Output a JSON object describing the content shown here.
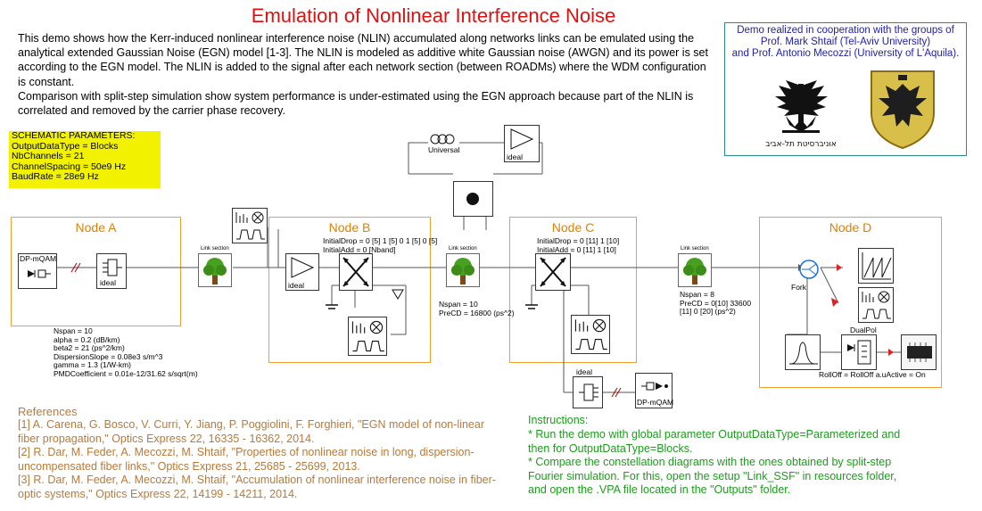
{
  "title": "Emulation of Nonlinear Interference Noise",
  "description": [
    "This demo shows how the Kerr-induced nonlinear interference noise (NLIN) accumulated along networks links can be emulated using the analytical extended Gaussian Noise (EGN) model [1-3]. The NLIN is modeled as additive white Gaussian noise (AWGN) and its power is set according to the EGN model.  The NLIN is added to the signal after each network section (between ROADMs) where the WDM configuration is constant.",
    "Comparison with split-step simulation show system performance is under-estimated using the EGN approach because part of the NLIN is correlated and removed by the carrier phase recovery."
  ],
  "cooperation": {
    "lines": [
      "Demo realized in cooperation with the groups of",
      "Prof. Mark Shtaif (Tel-Aviv University)",
      "and Prof. Antonio Mecozzi (University of L'Aquila)."
    ],
    "tau_caption": "אוניברסיטת תל-אביב"
  },
  "schematic_params": [
    "SCHEMATIC PARAMETERS:",
    "OutputDataType = Blocks",
    "NbChannels = 21",
    "ChannelSpacing = 50e9 Hz",
    "BaudRate = 28e9 Hz"
  ],
  "nodes": {
    "a": "Node A",
    "b": "Node B",
    "c": "Node C",
    "d": "Node D"
  },
  "labels": {
    "tx_label": "DP-mQAM",
    "rx_label": "DP-mQAM",
    "ideal": "Ideal",
    "ideal_amp": "ideal",
    "universal": "Universal",
    "fork": "Fork",
    "dualpol": "DualPol",
    "link": "Link section"
  },
  "link1_params": "Nspan = 10\nalpha = 0.2 (dB/km)\nbeta2 = 21 (ps^2/km)\nDispersionSlope = 0.08e3 s/m^3\ngamma = 1.3 (1/W-km)\nPMDCoefficient = 0.01e-12/31.62 s/sqrt(m)",
  "roadm_b_params": "InitialDrop = 0 [5] 1 [5] 0 1 [5] 0 [5]\nInitialAdd = 0 [Nband]",
  "roadm_c_params": "InitialDrop = 0 [11] 1 [10]\nInitialAdd = 0 [11] 1 [10]",
  "link2_params": "Nspan = 10\nPreCD = 16800 (ps^2)",
  "link3_params": "Nspan = 8\nPreCD = 0[10] 33600\n[11] 0 [20] (ps^2)",
  "rx_params": "RollOff = RollOff a.uActive = On",
  "references": {
    "title": "References",
    "items": [
      "[1] A. Carena, G. Bosco, V. Curri, Y. Jiang, P. Poggiolini, F. Forghieri, \"EGN model of non-linear fiber propagation,\" Optics Express 22, 16335 - 16362, 2014.",
      "[2] R. Dar, M. Feder, A. Mecozzi, M. Shtaif, \"Properties of nonlinear noise in long, dispersion-uncompensated fiber links,\" Optics Express 21, 25685 - 25699, 2013.",
      "[3] R. Dar, M. Feder, A. Mecozzi, M. Shtaif, \"Accumulation of nonlinear interference noise in fiber-optic systems,\" Optics Express 22, 14199 - 14211, 2014."
    ]
  },
  "instructions": {
    "title": "Instructions:",
    "items": [
      "* Run the demo with global parameter OutputDataType=Parameterized and then for OutputDataType=Blocks.",
      "* Compare the constellation diagrams with the ones obtained by  split-step Fourier simulation. For this, open the setup \"Link_SSF\" in resources folder, and open the .VPA file located in the \"Outputs\" folder."
    ]
  },
  "colors": {
    "title": "#e01010",
    "node_border": "#f0a030",
    "node_title": "#e08000",
    "params_bg": "#f2f200",
    "references": "#b87a3a",
    "instructions": "#1a9e1a",
    "cooperation": "#2020b0",
    "tau_logo": "#111111",
    "univaq_shield": "#d8bf4a"
  }
}
